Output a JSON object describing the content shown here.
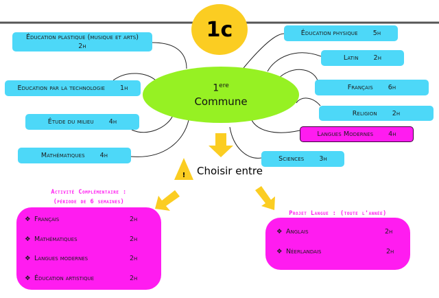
{
  "title": "1c",
  "center": {
    "line1_main": "1",
    "line1_sup": "ere",
    "line2": "Commune"
  },
  "subjects_left": [
    {
      "name": "Éducation plastique (musique et arts)",
      "hours": "2h"
    },
    {
      "name": "Education par la technologie",
      "hours": "1h"
    },
    {
      "name": "Étude du milieu",
      "hours": "4h"
    },
    {
      "name": "Mathématiques",
      "hours": "4h"
    }
  ],
  "subjects_right": [
    {
      "name": "Éducation physique",
      "hours": "5h"
    },
    {
      "name": "Latin",
      "hours": "2h"
    },
    {
      "name": "Français",
      "hours": "6h"
    },
    {
      "name": "Religion",
      "hours": "2h"
    },
    {
      "name": "Langues Modernes",
      "hours": "4h"
    },
    {
      "name": "Sciences",
      "hours": "3h"
    }
  ],
  "choice": {
    "label": "Choisir entre",
    "warning_icon": "warning-icon"
  },
  "activite": {
    "heading_line1": "Activité Complémentaire :",
    "heading_line2": "(période de 6 semaines)",
    "items": [
      {
        "bullet": "❖",
        "name": "Français",
        "hours": "2h"
      },
      {
        "bullet": "❖",
        "name": "Mathématiques",
        "hours": "2h"
      },
      {
        "bullet": "❖",
        "name": "Langues modernes",
        "hours": "2h"
      },
      {
        "bullet": "❖",
        "name": "Éducation artistique",
        "hours": "2h"
      }
    ]
  },
  "projet": {
    "heading": "Projet Langue : (toute l'année)",
    "items": [
      {
        "bullet": "❖",
        "name": "Anglais",
        "hours": "2h"
      },
      {
        "bullet": "❖",
        "name": "Néerlandais",
        "hours": "2h"
      }
    ]
  },
  "colors": {
    "node": "#4dd8f8",
    "highlight": "#ff1cf0",
    "center": "#96f123",
    "title": "#fbcd22",
    "arrow": "#fbcd22"
  }
}
